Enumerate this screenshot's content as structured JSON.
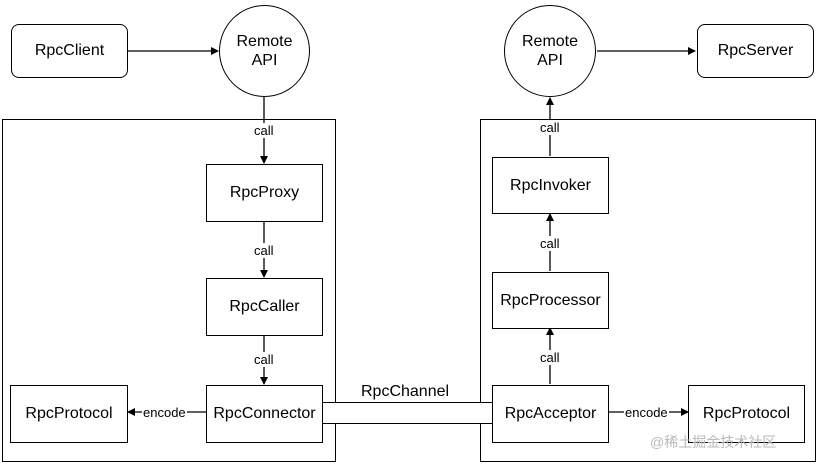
{
  "client_side": {
    "client": "RpcClient",
    "remote_api": [
      "Remote",
      "API"
    ],
    "proxy": "RpcProxy",
    "caller": "RpcCaller",
    "connector": "RpcConnector",
    "protocol": "RpcProtocol",
    "call1": "call",
    "call2": "call",
    "call3": "call",
    "encode": "encode"
  },
  "channel": "RpcChannel",
  "server_side": {
    "server": "RpcServer",
    "remote_api": [
      "Remote",
      "API"
    ],
    "invoker": "RpcInvoker",
    "processor": "RpcProcessor",
    "acceptor": "RpcAcceptor",
    "protocol": "RpcProtocol",
    "call1": "call",
    "call2": "call",
    "call3": "call",
    "encode": "encode"
  },
  "watermark": "@稀土掘金技术社区"
}
